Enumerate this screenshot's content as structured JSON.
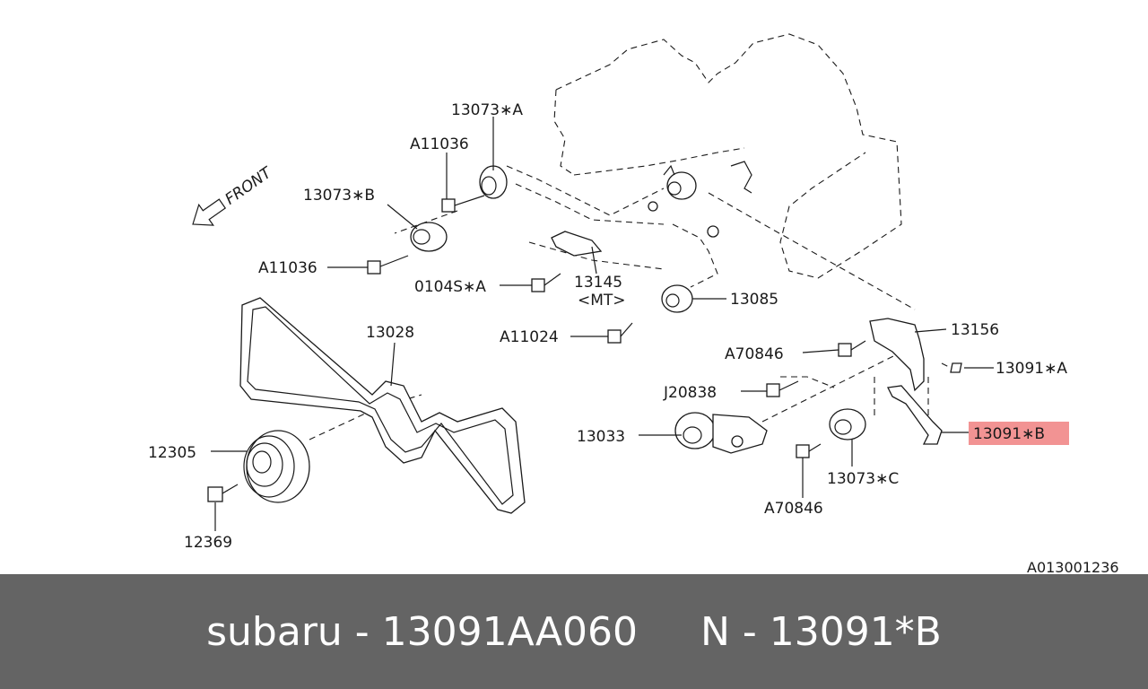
{
  "diagram": {
    "front_label": "FRONT",
    "ref_code": "A013001236",
    "highlight_color": "#f08080",
    "labels": {
      "p13073a": "13073∗A",
      "a11036_top": "A11036",
      "p13073b": "13073∗B",
      "a11036_left": "A11036",
      "p0104s": "0104S∗A",
      "p13145": "13145",
      "p13145_note": "<MT>",
      "p13085": "13085",
      "a11024": "A11024",
      "p13028": "13028",
      "p13156": "13156",
      "a70846_top": "A70846",
      "p13091a": "13091∗A",
      "j20838": "J20838",
      "p13033": "13033",
      "p13091b": "13091∗B",
      "p12305": "12305",
      "p13073c": "13073∗C",
      "a70846_bottom": "A70846",
      "p12369": "12369"
    }
  },
  "footer": {
    "background": "#646464",
    "text": "subaru - 13091AA060     N - 13091*B"
  }
}
